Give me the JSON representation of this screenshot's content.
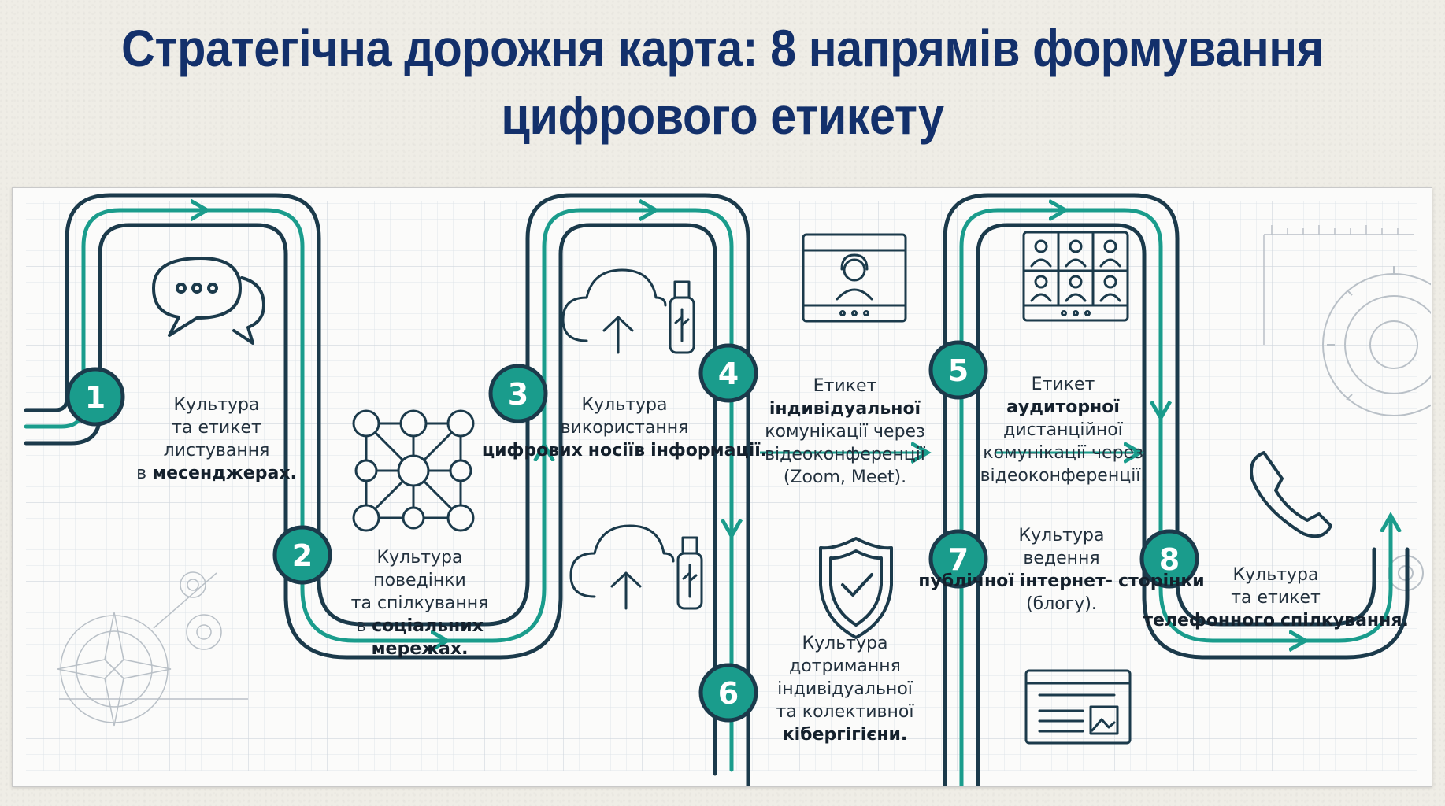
{
  "title": {
    "line1": "Стратегічна дорожня карта: 8 напрямів формування",
    "line2": "цифрового етикету"
  },
  "colors": {
    "navy": "#1b3a4b",
    "teal": "#1a9c8c",
    "title": "#13306b",
    "grid": "#cfd6dd"
  },
  "steps": [
    {
      "number": "1",
      "icon": "chat-bubbles-icon",
      "lines": [
        {
          "t": "Культура"
        },
        {
          "t": "та етикет"
        },
        {
          "t": "листування"
        },
        {
          "t": "в "
        },
        {
          "t": "месенджерах.",
          "bold": true
        }
      ]
    },
    {
      "number": "2",
      "icon": "social-network-icon",
      "lines": [
        {
          "t": "Культура"
        },
        {
          "t": "поведінки"
        },
        {
          "t": "та спілкування"
        },
        {
          "t": "в "
        },
        {
          "t": "соціальних",
          "bold": true
        },
        {
          "t": "мережах.",
          "bold": true
        }
      ]
    },
    {
      "number": "3",
      "icon": "cloud-usb-icon",
      "lines": [
        {
          "t": "Культура"
        },
        {
          "t": "використання"
        },
        {
          "t": "цифрових",
          "bold": true
        },
        {
          "t": "носіїв",
          "bold": true
        },
        {
          "t": "інформації.",
          "bold": true
        }
      ]
    },
    {
      "number": "4",
      "icon": "video-call-icon",
      "lines": [
        {
          "t": "Етикет"
        },
        {
          "t": "індивідуальної",
          "bold": true
        },
        {
          "t": "комунікації через"
        },
        {
          "t": "відеоконференції"
        },
        {
          "t": "(Zoom, Meet)."
        }
      ]
    },
    {
      "number": "5",
      "icon": "video-grid-icon",
      "lines": [
        {
          "t": "Етикет"
        },
        {
          "t": "аудиторної",
          "bold": true
        },
        {
          "t": "дистанційної"
        },
        {
          "t": "комунікації через"
        },
        {
          "t": "відеоконференції."
        }
      ]
    },
    {
      "number": "6",
      "icon": "shield-check-icon",
      "lines": [
        {
          "t": "Культура"
        },
        {
          "t": "дотримання"
        },
        {
          "t": "індивідуальної"
        },
        {
          "t": "та колективної"
        },
        {
          "t": "кібергігієни.",
          "bold": true
        }
      ]
    },
    {
      "number": "7",
      "icon": "web-page-icon",
      "lines": [
        {
          "t": "Культура"
        },
        {
          "t": "ведення"
        },
        {
          "t": "публічної",
          "bold": true
        },
        {
          "t": "інтернет-",
          "bold": true
        },
        {
          "t": "сторінки",
          "bold": true
        },
        {
          "t": "(блогу)."
        }
      ]
    },
    {
      "number": "8",
      "icon": "phone-icon",
      "lines": [
        {
          "t": "Культура"
        },
        {
          "t": "та етикет"
        },
        {
          "t": "телефонного",
          "bold": true
        },
        {
          "t": "спілкування.",
          "bold": true
        }
      ]
    }
  ]
}
